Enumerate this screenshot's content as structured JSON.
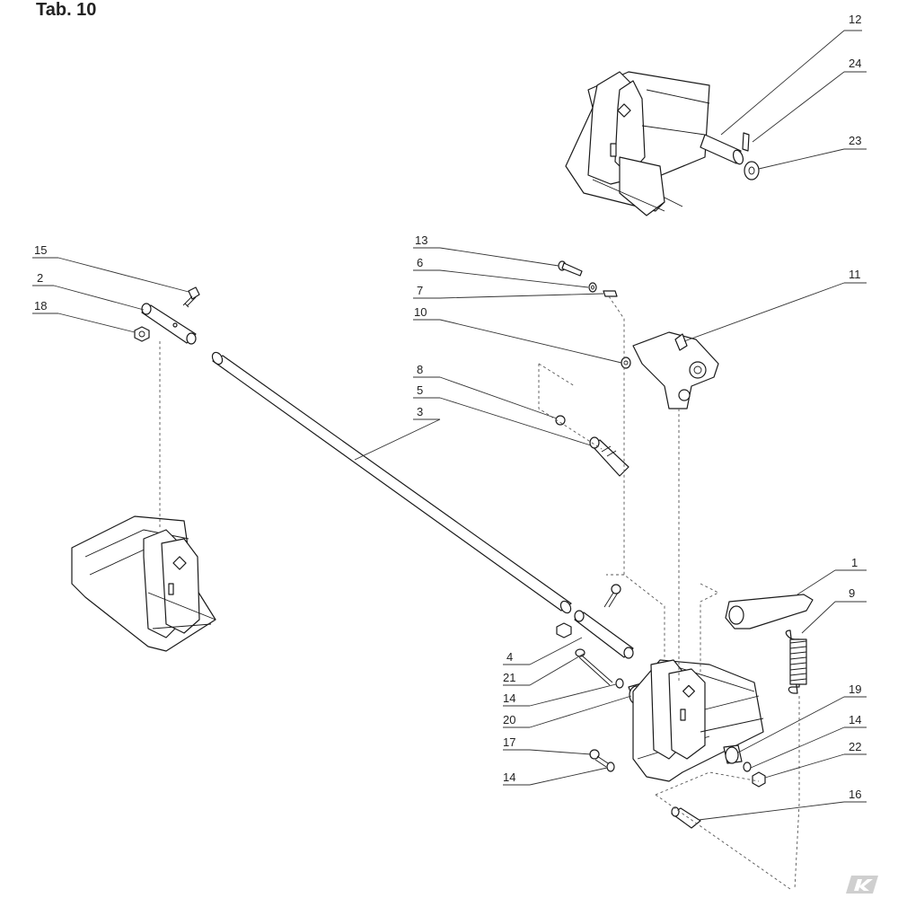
{
  "title": "Tab. 10",
  "callouts": [
    {
      "id": "c12",
      "label": "12"
    },
    {
      "id": "c24",
      "label": "24"
    },
    {
      "id": "c23",
      "label": "23"
    },
    {
      "id": "c15",
      "label": "15"
    },
    {
      "id": "c2",
      "label": "2"
    },
    {
      "id": "c18",
      "label": "18"
    },
    {
      "id": "c13",
      "label": "13"
    },
    {
      "id": "c6",
      "label": "6"
    },
    {
      "id": "c7",
      "label": "7"
    },
    {
      "id": "c10",
      "label": "10"
    },
    {
      "id": "c11",
      "label": "11"
    },
    {
      "id": "c8",
      "label": "8"
    },
    {
      "id": "c5",
      "label": "5"
    },
    {
      "id": "c3",
      "label": "3"
    },
    {
      "id": "c1",
      "label": "1"
    },
    {
      "id": "c9",
      "label": "9"
    },
    {
      "id": "c4",
      "label": "4"
    },
    {
      "id": "c21",
      "label": "21"
    },
    {
      "id": "c14a",
      "label": "14"
    },
    {
      "id": "c20",
      "label": "20"
    },
    {
      "id": "c19",
      "label": "19"
    },
    {
      "id": "c14b",
      "label": "14"
    },
    {
      "id": "c17",
      "label": "17"
    },
    {
      "id": "c22",
      "label": "22"
    },
    {
      "id": "c14c",
      "label": "14"
    },
    {
      "id": "c16",
      "label": "16"
    }
  ],
  "logo": {
    "letter": "K",
    "color": "#bdbdbd"
  }
}
